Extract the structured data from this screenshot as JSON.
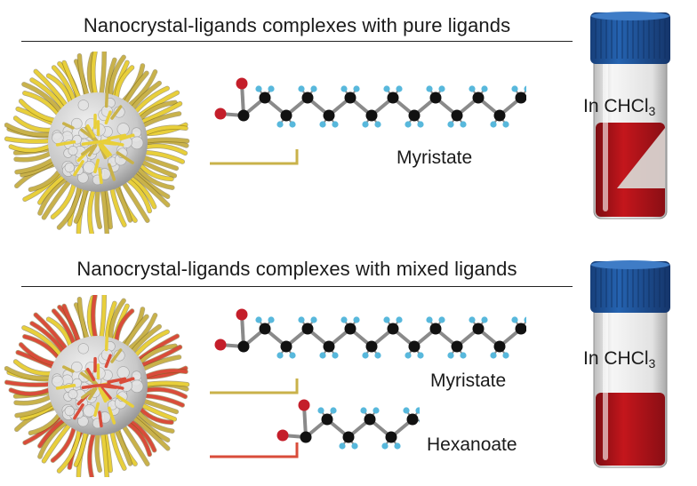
{
  "panels": {
    "pure": {
      "title": "Nanocrystal-ligands complexes with pure ligands",
      "ligands": [
        {
          "name": "Myristate",
          "carbons": 14,
          "color": "#c9b24a"
        }
      ],
      "solvent": {
        "prefix": "In CHCl",
        "subscript": "3"
      },
      "vial": {
        "liquid_color": "#c4161c",
        "state": "partially dispersed"
      }
    },
    "mixed": {
      "title": "Nanocrystal-ligands complexes with mixed ligands",
      "ligands": [
        {
          "name": "Myristate",
          "carbons": 14,
          "color": "#c9b24a"
        },
        {
          "name": "Hexanoate",
          "carbons": 6,
          "color": "#d94c3a"
        }
      ],
      "solvent": {
        "prefix": "In CHCl",
        "subscript": "3"
      },
      "vial": {
        "liquid_color": "#c4161c",
        "state": "fully dispersed"
      }
    }
  },
  "colors": {
    "oxygen": "#c41e2a",
    "carbon": "#111111",
    "hydrogen": "#58b8dc",
    "bond": "#8a8a8a",
    "core": "#c8c8c8",
    "cap": "#2563b0"
  }
}
